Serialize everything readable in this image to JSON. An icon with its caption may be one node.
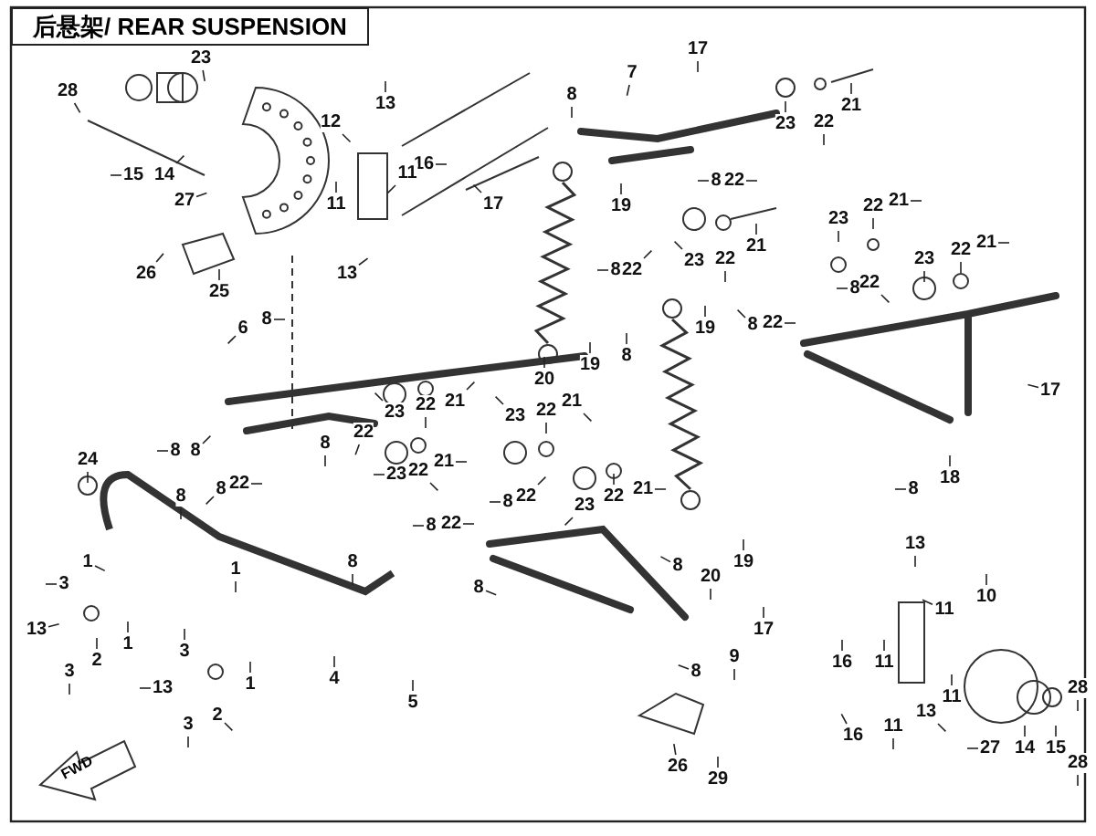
{
  "diagram": {
    "title": "后悬架/ REAR SUSPENSION",
    "nodes": [
      {
        "text": [
          "28"
        ]
      },
      {
        "text": [
          "23"
        ]
      },
      {
        "text": [
          "15"
        ]
      },
      {
        "text": [
          "14"
        ]
      },
      {
        "text": [
          "13"
        ]
      },
      {
        "text": [
          "12"
        ]
      },
      {
        "text": [
          "16"
        ]
      },
      {
        "text": [
          "11"
        ]
      },
      {
        "text": [
          "11"
        ]
      },
      {
        "text": [
          "27"
        ]
      },
      {
        "text": [
          "17"
        ]
      },
      {
        "text": [
          "13"
        ]
      },
      {
        "text": [
          "26"
        ]
      },
      {
        "text": [
          "25"
        ]
      },
      {
        "text": [
          "6"
        ]
      },
      {
        "text": [
          "8"
        ]
      },
      {
        "text": [
          "8"
        ]
      },
      {
        "text": [
          "7"
        ]
      },
      {
        "text": [
          "17"
        ]
      },
      {
        "text": [
          "23"
        ]
      },
      {
        "text": [
          "22"
        ]
      },
      {
        "text": [
          "21"
        ]
      },
      {
        "text": [
          "8"
        ]
      },
      {
        "text": [
          "22"
        ]
      },
      {
        "text": [
          "19"
        ]
      },
      {
        "text": [
          "23"
        ]
      },
      {
        "text": [
          "22"
        ]
      },
      {
        "text": [
          "21"
        ]
      },
      {
        "text": [
          "23"
        ]
      },
      {
        "text": [
          "22"
        ]
      },
      {
        "text": [
          "21"
        ]
      },
      {
        "text": [
          "23"
        ]
      },
      {
        "text": [
          "22"
        ]
      },
      {
        "text": [
          "21"
        ]
      },
      {
        "text": [
          "8"
        ]
      },
      {
        "text": [
          "22"
        ]
      },
      {
        "text": [
          "8"
        ]
      },
      {
        "text": [
          "22"
        ]
      },
      {
        "text": [
          "19"
        ]
      },
      {
        "text": [
          "8"
        ]
      },
      {
        "text": [
          "19"
        ]
      },
      {
        "text": [
          "8"
        ]
      },
      {
        "text": [
          "22"
        ]
      },
      {
        "text": [
          "20"
        ]
      },
      {
        "text": [
          "17"
        ]
      },
      {
        "text": [
          "23"
        ]
      },
      {
        "text": [
          "22"
        ]
      },
      {
        "text": [
          "21"
        ]
      },
      {
        "text": [
          "8"
        ]
      },
      {
        "text": [
          "8"
        ]
      },
      {
        "text": [
          "8"
        ]
      },
      {
        "text": [
          "22"
        ]
      },
      {
        "text": [
          "8"
        ]
      },
      {
        "text": [
          "22"
        ]
      },
      {
        "text": [
          "23"
        ]
      },
      {
        "text": [
          "22"
        ]
      },
      {
        "text": [
          "21"
        ]
      },
      {
        "text": [
          "23"
        ]
      },
      {
        "text": [
          "22"
        ]
      },
      {
        "text": [
          "21"
        ]
      },
      {
        "text": [
          "24"
        ]
      },
      {
        "text": [
          "8"
        ]
      },
      {
        "text": [
          "23"
        ]
      },
      {
        "text": [
          "22"
        ]
      },
      {
        "text": [
          "21"
        ]
      },
      {
        "text": [
          "8"
        ]
      },
      {
        "text": [
          "22"
        ]
      },
      {
        "text": [
          "8"
        ]
      },
      {
        "text": [
          "22"
        ]
      },
      {
        "text": [
          "8"
        ]
      },
      {
        "text": [
          "18"
        ]
      },
      {
        "text": [
          "8"
        ]
      },
      {
        "text": [
          "1"
        ]
      },
      {
        "text": [
          "1"
        ]
      },
      {
        "text": [
          "13"
        ]
      },
      {
        "text": [
          "20"
        ]
      },
      {
        "text": [
          "19"
        ]
      },
      {
        "text": [
          "8"
        ]
      },
      {
        "text": [
          "3"
        ]
      },
      {
        "text": [
          "8"
        ]
      },
      {
        "text": [
          "10"
        ]
      },
      {
        "text": [
          "11"
        ]
      },
      {
        "text": [
          "13"
        ]
      },
      {
        "text": [
          "17"
        ]
      },
      {
        "text": [
          "1"
        ]
      },
      {
        "text": [
          "3"
        ]
      },
      {
        "text": [
          "2"
        ]
      },
      {
        "text": [
          "9"
        ]
      },
      {
        "text": [
          "16"
        ]
      },
      {
        "text": [
          "11"
        ]
      },
      {
        "text": [
          "3"
        ]
      },
      {
        "text": [
          "8"
        ]
      },
      {
        "text": [
          "1"
        ]
      },
      {
        "text": [
          "4"
        ]
      },
      {
        "text": [
          "13"
        ]
      },
      {
        "text": [
          "28"
        ]
      },
      {
        "text": [
          "11"
        ]
      },
      {
        "text": [
          "5"
        ]
      },
      {
        "text": [
          "13"
        ]
      },
      {
        "text": [
          "2"
        ]
      },
      {
        "text": [
          "3"
        ]
      },
      {
        "text": [
          "16"
        ]
      },
      {
        "text": [
          "11"
        ]
      },
      {
        "text": [
          "27"
        ]
      },
      {
        "text": [
          "14"
        ]
      },
      {
        "text": [
          "15"
        ]
      },
      {
        "text": [
          "28"
        ]
      },
      {
        "text": [
          "26"
        ]
      },
      {
        "text": [
          "29"
        ]
      }
    ],
    "edges": [
      {
        "from": 0,
        "to": null,
        "arrow": "none"
      },
      {
        "from": 1,
        "to": null,
        "arrow": "none"
      },
      {
        "from": 2,
        "to": null,
        "arrow": "none"
      },
      {
        "from": 3,
        "to": null,
        "arrow": "none"
      },
      {
        "from": 4,
        "to": null,
        "arrow": "none"
      },
      {
        "from": 5,
        "to": null,
        "arrow": "none"
      },
      {
        "from": 6,
        "to": null,
        "arrow": "none"
      },
      {
        "from": 7,
        "to": null,
        "arrow": "none"
      },
      {
        "from": 8,
        "to": null,
        "arrow": "none"
      },
      {
        "from": 9,
        "to": null,
        "arrow": "none"
      },
      {
        "from": 10,
        "to": null,
        "arrow": "none"
      },
      {
        "from": 11,
        "to": null,
        "arrow": "none"
      },
      {
        "from": 12,
        "to": null,
        "arrow": "none"
      },
      {
        "from": 13,
        "to": null,
        "arrow": "none"
      },
      {
        "from": 14,
        "to": null,
        "arrow": "none"
      },
      {
        "from": 15,
        "to": null,
        "arrow": "none"
      },
      {
        "from": 16,
        "to": null,
        "arrow": "none"
      },
      {
        "from": 17,
        "to": null,
        "arrow": "none"
      },
      {
        "from": 18,
        "to": null,
        "arrow": "none"
      },
      {
        "from": 19,
        "to": null,
        "arrow": "none"
      },
      {
        "from": 20,
        "to": null,
        "arrow": "none"
      },
      {
        "from": 21,
        "to": null,
        "arrow": "none"
      },
      {
        "from": 22,
        "to": null,
        "arrow": "none"
      },
      {
        "from": 23,
        "to": null,
        "arrow": "none"
      },
      {
        "from": 24,
        "to": null,
        "arrow": "none"
      },
      {
        "from": 25,
        "to": null,
        "arrow": "none"
      },
      {
        "from": 26,
        "to": null,
        "arrow": "none"
      },
      {
        "from": 27,
        "to": null,
        "arrow": "none"
      },
      {
        "from": 28,
        "to": null,
        "arrow": "none"
      },
      {
        "from": 29,
        "to": null,
        "arrow": "none"
      },
      {
        "from": 30,
        "to": null,
        "arrow": "none"
      },
      {
        "from": 31,
        "to": null,
        "arrow": "none"
      },
      {
        "from": 32,
        "to": null,
        "arrow": "none"
      },
      {
        "from": 33,
        "to": null,
        "arrow": "none"
      },
      {
        "from": 34,
        "to": null,
        "arrow": "none"
      },
      {
        "from": 35,
        "to": null,
        "arrow": "none"
      },
      {
        "from": 36,
        "to": null,
        "arrow": "none"
      },
      {
        "from": 37,
        "to": null,
        "arrow": "none"
      },
      {
        "from": 38,
        "to": null,
        "arrow": "none"
      },
      {
        "from": 39,
        "to": null,
        "arrow": "none"
      },
      {
        "from": 40,
        "to": null,
        "arrow": "none"
      },
      {
        "from": 41,
        "to": null,
        "arrow": "none"
      },
      {
        "from": 42,
        "to": null,
        "arrow": "none"
      },
      {
        "from": 43,
        "to": null,
        "arrow": "none"
      },
      {
        "from": 44,
        "to": null,
        "arrow": "none"
      },
      {
        "from": 45,
        "to": null,
        "arrow": "none"
      },
      {
        "from": 46,
        "to": null,
        "arrow": "none"
      },
      {
        "from": 47,
        "to": null,
        "arrow": "none"
      },
      {
        "from": 48,
        "to": null,
        "arrow": "none"
      },
      {
        "from": 49,
        "to": null,
        "arrow": "none"
      },
      {
        "from": 50,
        "to": null,
        "arrow": "none"
      },
      {
        "from": 51,
        "to": null,
        "arrow": "none"
      },
      {
        "from": 52,
        "to": null,
        "arrow": "none"
      },
      {
        "from": 53,
        "to": null,
        "arrow": "none"
      },
      {
        "from": 54,
        "to": null,
        "arrow": "none"
      },
      {
        "from": 55,
        "to": null,
        "arrow": "none"
      },
      {
        "from": 56,
        "to": null,
        "arrow": "none"
      },
      {
        "from": 57,
        "to": null,
        "arrow": "none"
      },
      {
        "from": 58,
        "to": null,
        "arrow": "none"
      },
      {
        "from": 59,
        "to": null,
        "arrow": "none"
      },
      {
        "from": 60,
        "to": null,
        "arrow": "none"
      },
      {
        "from": 61,
        "to": null,
        "arrow": "none"
      },
      {
        "from": 62,
        "to": null,
        "arrow": "none"
      },
      {
        "from": 63,
        "to": null,
        "arrow": "none"
      },
      {
        "from": 64,
        "to": null,
        "arrow": "none"
      },
      {
        "from": 65,
        "to": null,
        "arrow": "none"
      },
      {
        "from": 66,
        "to": null,
        "arrow": "none"
      },
      {
        "from": 67,
        "to": null,
        "arrow": "none"
      },
      {
        "from": 68,
        "to": null,
        "arrow": "none"
      },
      {
        "from": 69,
        "to": null,
        "arrow": "none"
      },
      {
        "from": 70,
        "to": null,
        "arrow": "none"
      },
      {
        "from": 71,
        "to": null,
        "arrow": "none"
      },
      {
        "from": 72,
        "to": null,
        "arrow": "none"
      },
      {
        "from": 73,
        "to": null,
        "arrow": "none"
      },
      {
        "from": 74,
        "to": null,
        "arrow": "none"
      },
      {
        "from": 75,
        "to": null,
        "arrow": "none"
      },
      {
        "from": 76,
        "to": null,
        "arrow": "none"
      },
      {
        "from": 77,
        "to": null,
        "arrow": "none"
      },
      {
        "from": 78,
        "to": null,
        "arrow": "none"
      },
      {
        "from": 79,
        "to": null,
        "arrow": "none"
      },
      {
        "from": 80,
        "to": null,
        "arrow": "none"
      },
      {
        "from": 81,
        "to": null,
        "arrow": "none"
      },
      {
        "from": 82,
        "to": null,
        "arrow": "none"
      },
      {
        "from": 83,
        "to": null,
        "arrow": "none"
      },
      {
        "from": 84,
        "to": null,
        "arrow": "none"
      },
      {
        "from": 85,
        "to": null,
        "arrow": "none"
      },
      {
        "from": 86,
        "to": null,
        "arrow": "none"
      },
      {
        "from": 87,
        "to": null,
        "arrow": "none"
      },
      {
        "from": 88,
        "to": null,
        "arrow": "none"
      },
      {
        "from": 89,
        "to": null,
        "arrow": "none"
      },
      {
        "from": 90,
        "to": null,
        "arrow": "none"
      },
      {
        "from": 91,
        "to": null,
        "arrow": "none"
      },
      {
        "from": 92,
        "to": null,
        "arrow": "none"
      },
      {
        "from": 93,
        "to": null,
        "arrow": "none"
      },
      {
        "from": 94,
        "to": null,
        "arrow": "none"
      },
      {
        "from": 95,
        "to": null,
        "arrow": "none"
      },
      {
        "from": 96,
        "to": null,
        "arrow": "none"
      },
      {
        "from": 97,
        "to": null,
        "arrow": "none"
      },
      {
        "from": 98,
        "to": null,
        "arrow": "none"
      },
      {
        "from": 99,
        "to": null,
        "arrow": "none"
      },
      {
        "from": 100,
        "to": null,
        "arrow": "none"
      },
      {
        "from": 101,
        "to": null,
        "arrow": "none"
      },
      {
        "from": 102,
        "to": null,
        "arrow": "none"
      },
      {
        "from": 103,
        "to": null,
        "arrow": "none"
      },
      {
        "from": 104,
        "to": null,
        "arrow": "none"
      },
      {
        "from": 105,
        "to": null,
        "arrow": "none"
      },
      {
        "from": 106,
        "to": null,
        "arrow": "none"
      },
      {
        "from": 107,
        "to": null,
        "arrow": "none"
      },
      {
        "from": 108,
        "to": null,
        "arrow": "none"
      }
    ],
    "labels": [
      "FWD"
    ]
  }
}
